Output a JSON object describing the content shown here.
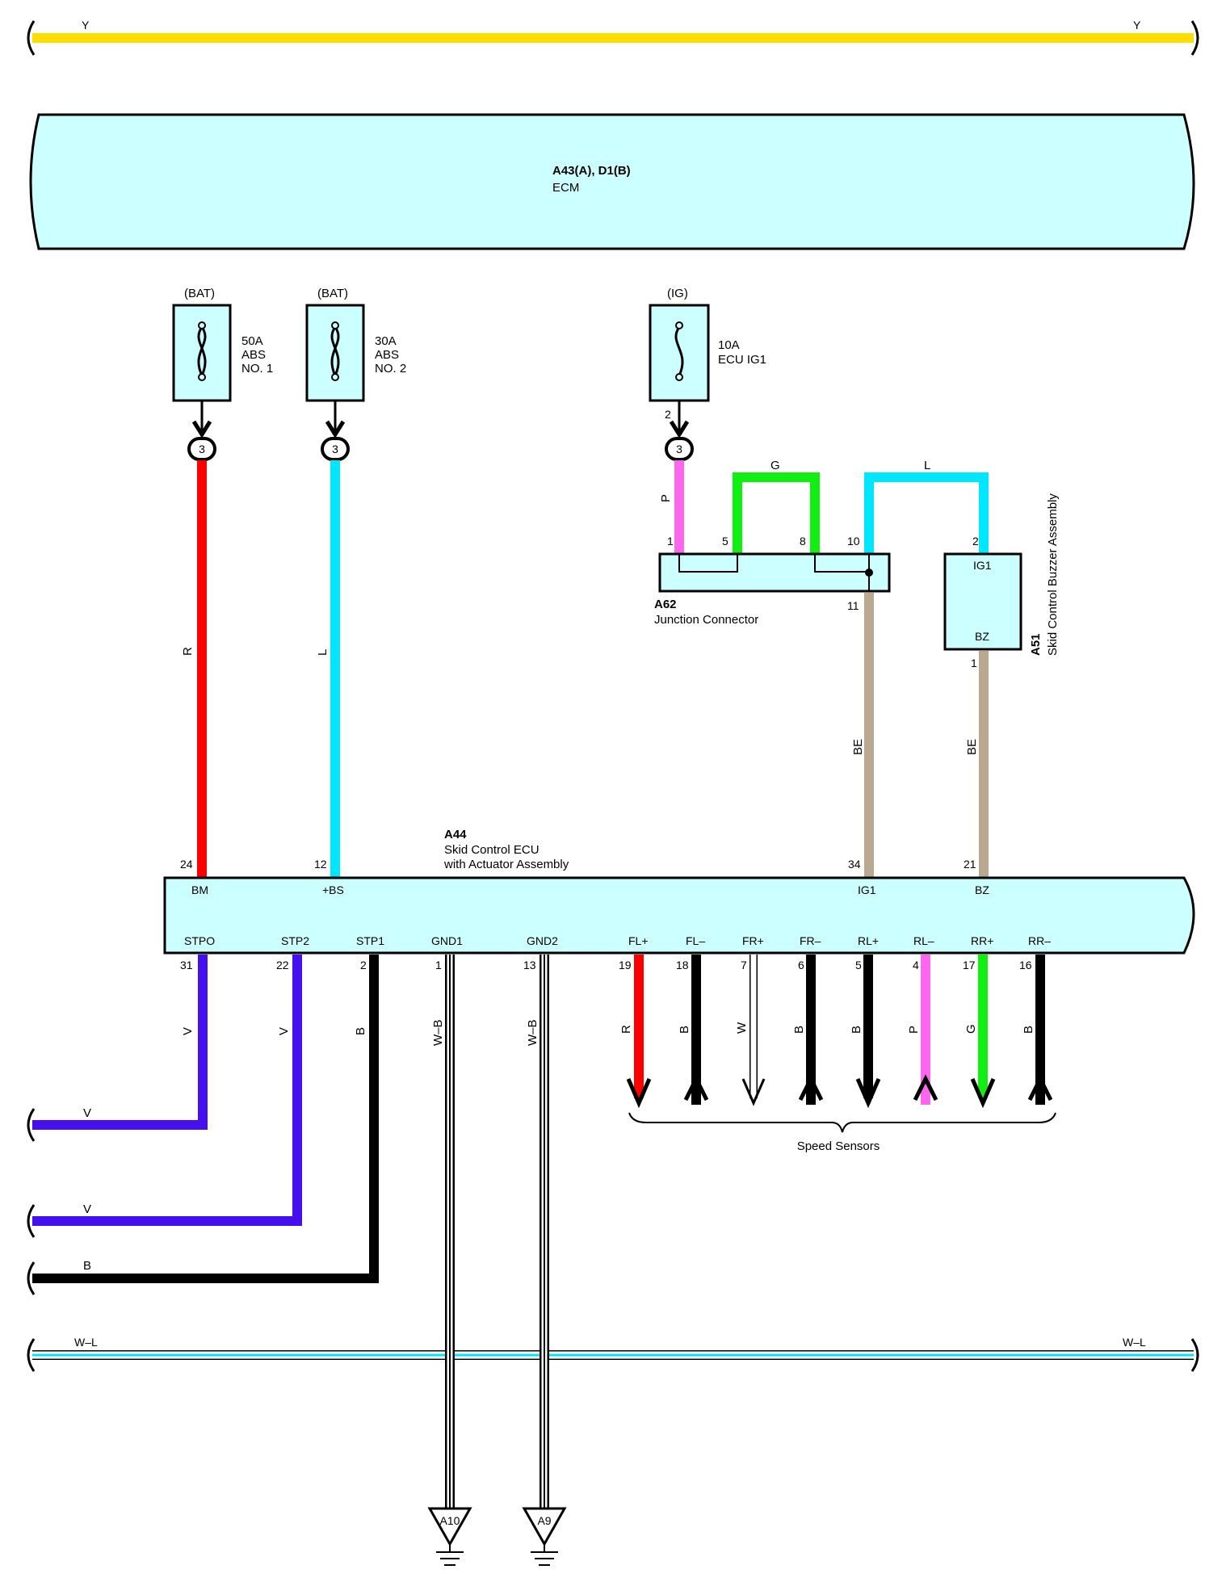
{
  "colors": {
    "Y": "#ffdd00",
    "R": "#ff0000",
    "L": "#00e6ff",
    "P": "#ff66ee",
    "G": "#11ee11",
    "BE": "#bba891",
    "V": "#4411ee",
    "B": "#000000",
    "W": "#ffffff",
    "component_fill": "#ccffff"
  },
  "top_bus": {
    "left_label": "Y",
    "right_label": "Y"
  },
  "ecm": {
    "connector": "A43(A), D1(B)",
    "name": "ECM"
  },
  "fuses": [
    {
      "source": "(BAT)",
      "rating": "50A",
      "name1": "ABS",
      "name2": "NO. 1",
      "pin": "3",
      "wire": "R"
    },
    {
      "source": "(BAT)",
      "rating": "30A",
      "name1": "ABS",
      "name2": "NO. 2",
      "pin": "3",
      "wire": "L"
    },
    {
      "source": "(IG)",
      "rating": "10A",
      "name1": "ECU IG1",
      "name2": "",
      "pin_top": "2",
      "pin": "3",
      "wire": "P"
    }
  ],
  "junction": {
    "id": "A62",
    "name": "Junction Connector",
    "pins": [
      "1",
      "5",
      "8",
      "10",
      "11"
    ],
    "jumper_g": "G",
    "jumper_l": "L"
  },
  "buzzer": {
    "id": "A51",
    "name": "Skid Control Buzzer Assembly",
    "pin_top": "2",
    "pin_top_label": "IG1",
    "pin_bottom": "1",
    "pin_bottom_label": "BZ"
  },
  "be_wires": [
    "BE",
    "BE"
  ],
  "ecu": {
    "id": "A44",
    "line1": "Skid Control ECU",
    "line2": "with Actuator Assembly",
    "top_pins": [
      {
        "num": "24",
        "label": "BM"
      },
      {
        "num": "12",
        "label": "+BS"
      },
      {
        "num": "34",
        "label": "IG1"
      },
      {
        "num": "21",
        "label": "BZ"
      }
    ],
    "bottom_pins": [
      {
        "num": "31",
        "label": "STPO",
        "wire": "V"
      },
      {
        "num": "22",
        "label": "STP2",
        "wire": "V"
      },
      {
        "num": "2",
        "label": "STP1",
        "wire": "B"
      },
      {
        "num": "1",
        "label": "GND1",
        "wire": "W–B"
      },
      {
        "num": "13",
        "label": "GND2",
        "wire": "W–B"
      },
      {
        "num": "19",
        "label": "FL+",
        "wire": "R"
      },
      {
        "num": "18",
        "label": "FL–",
        "wire": "B"
      },
      {
        "num": "7",
        "label": "FR+",
        "wire": "W"
      },
      {
        "num": "6",
        "label": "FR–",
        "wire": "B"
      },
      {
        "num": "5",
        "label": "RL+",
        "wire": "B"
      },
      {
        "num": "4",
        "label": "RL–",
        "wire": "P"
      },
      {
        "num": "17",
        "label": "RR+",
        "wire": "G"
      },
      {
        "num": "16",
        "label": "RR–",
        "wire": "B"
      }
    ]
  },
  "speed_sensors_label": "Speed Sensors",
  "left_wires": [
    "V",
    "V",
    "B"
  ],
  "wl_bus": {
    "left_label": "W–L",
    "right_label": "W–L"
  },
  "grounds": [
    "A10",
    "A9"
  ]
}
